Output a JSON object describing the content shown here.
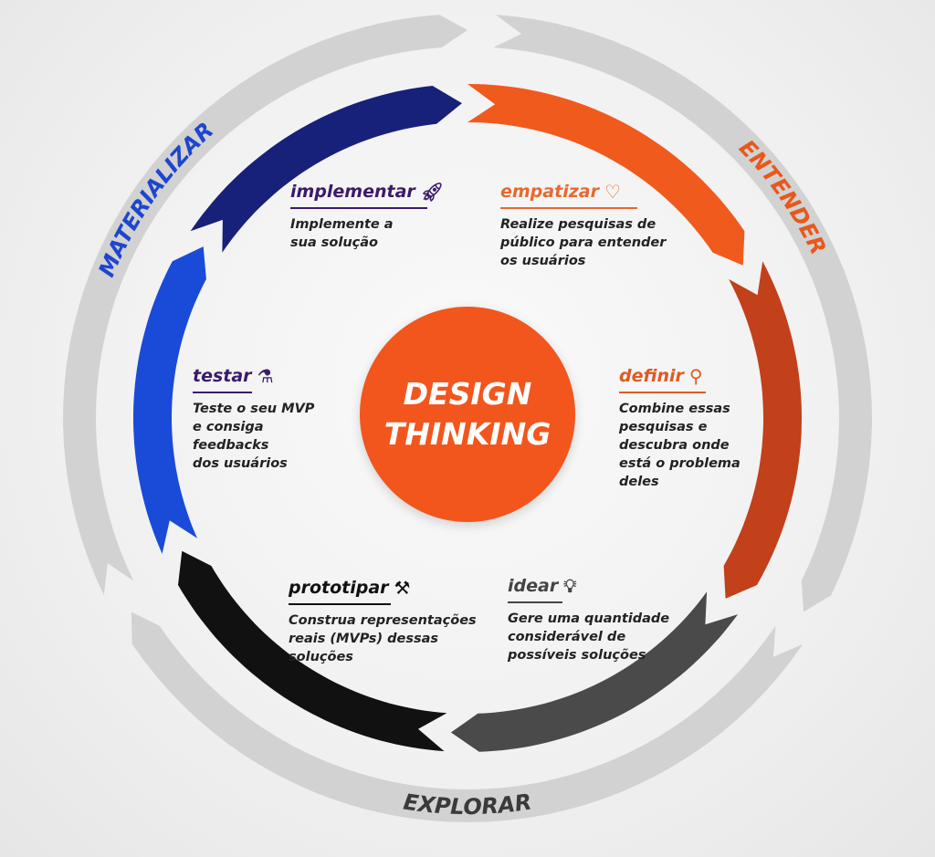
{
  "center": {
    "line1": "DESIGN",
    "line2": "THINKING"
  },
  "phases": [
    {
      "label": "ENTENDER",
      "color": "#e8581c"
    },
    {
      "label": "EXPLORAR",
      "color": "#3a3a3a"
    },
    {
      "label": "MATERIALIZAR",
      "color": "#1d45d0"
    }
  ],
  "steps": [
    {
      "title": "empatizar",
      "icon": "heart-icon",
      "desc": "Realize pesquisas de\npúblico para entender\n os usuários",
      "color": "#e8682f"
    },
    {
      "title": "definir",
      "icon": "search-icon",
      "desc": "Combine essas\npesquisas e\ndescubra onde\nestá o problema\ndeles",
      "color": "#e05a22"
    },
    {
      "title": "idear",
      "icon": "lightbulb-icon",
      "desc": "Gere uma quantidade\nconsiderável de\npossíveis soluções",
      "color": "#444444"
    },
    {
      "title": "prototipar",
      "icon": "hammer-icon",
      "desc": "Construa representações\nreais (MVPs) dessas\nsoluções",
      "color": "#111111"
    },
    {
      "title": "testar",
      "icon": "flask-icon",
      "desc": "Teste o seu MVP\ne consiga\nfeedbacks\ndos usuários",
      "color": "#3b1a6b"
    },
    {
      "title": "implementar",
      "icon": "rocket-icon",
      "desc": "Implemente a\nsua solução",
      "color": "#3b1a6b"
    }
  ]
}
